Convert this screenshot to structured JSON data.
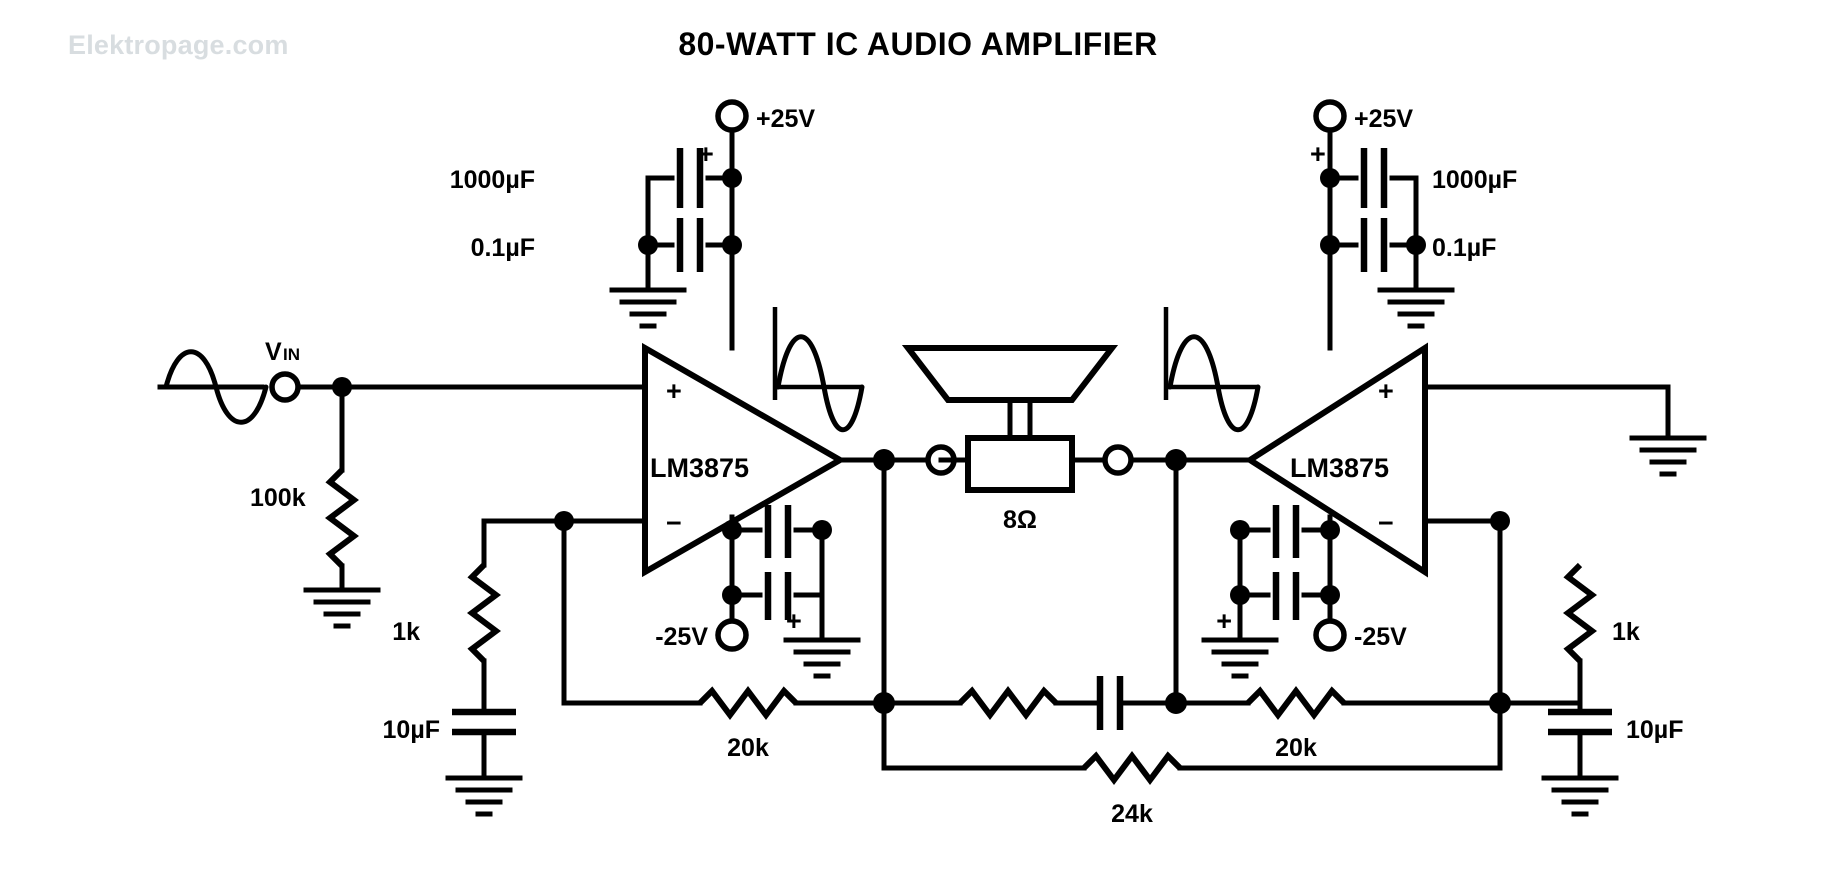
{
  "page": {
    "title": "80-WATT IC AUDIO AMPLIFIER",
    "watermark": "Elektropage.com",
    "background_color": "#ffffff",
    "ink_color": "#000000",
    "watermark_color": "#d8dde0"
  },
  "diagram": {
    "kind": "schematic",
    "description": "Bridged (BTL) 80-watt audio power amplifier using two LM3875 power op-amp ICs driving an 8 ohm loudspeaker",
    "input": {
      "signal_label": "VIN",
      "signal_label_main": "V",
      "signal_label_sub": "IN",
      "source_symbol": "sine-wave",
      "input_shunt_resistor": "100k",
      "gain_set_resistor_left": "1k",
      "gain_set_cap_left": "10µF"
    },
    "amp_left": {
      "part": "LM3875",
      "noninverting_pin": "+",
      "inverting_pin": "−",
      "supply_positive": "+25V",
      "supply_negative": "-25V",
      "bulk_cap": "1000µF",
      "bypass_cap": "0.1µF",
      "polarity_mark": "+"
    },
    "amp_right": {
      "part": "LM3875",
      "noninverting_pin": "+",
      "inverting_pin": "−",
      "supply_positive": "+25V",
      "supply_negative": "-25V",
      "bulk_cap": "1000µF",
      "bypass_cap": "0.1µF",
      "polarity_mark": "+"
    },
    "load": {
      "symbol": "loudspeaker",
      "impedance": "8Ω"
    },
    "feedback": {
      "left_feedback_resistor": "20k",
      "right_feedback_resistor": "20k",
      "bridge_resistor": "24k",
      "gain_set_resistor_right": "1k",
      "gain_set_cap_right": "10µF"
    },
    "waveforms": [
      {
        "name": "left-output-waveform",
        "phase": "inverted"
      },
      {
        "name": "right-output-waveform",
        "phase": "normal"
      }
    ],
    "labels": {
      "r_input_shunt": "100k",
      "r_gain_left": "1k",
      "c_gain_left": "10µF",
      "r_gain_right": "1k",
      "c_gain_right": "10µF",
      "r_fb_left": "20k",
      "r_fb_right": "20k",
      "r_bridge": "24k",
      "c_bulk_left": "1000µF",
      "c_byp_left": "0.1µF",
      "c_bulk_right": "1000µF",
      "c_byp_right": "0.1µF",
      "v_pos_left": "+25V",
      "v_neg_left": "-25V",
      "v_pos_right": "+25V",
      "v_neg_right": "-25V",
      "ic_left": "LM3875",
      "ic_right": "LM3875",
      "load": "8Ω",
      "vin_main": "V",
      "vin_sub": "IN"
    }
  }
}
